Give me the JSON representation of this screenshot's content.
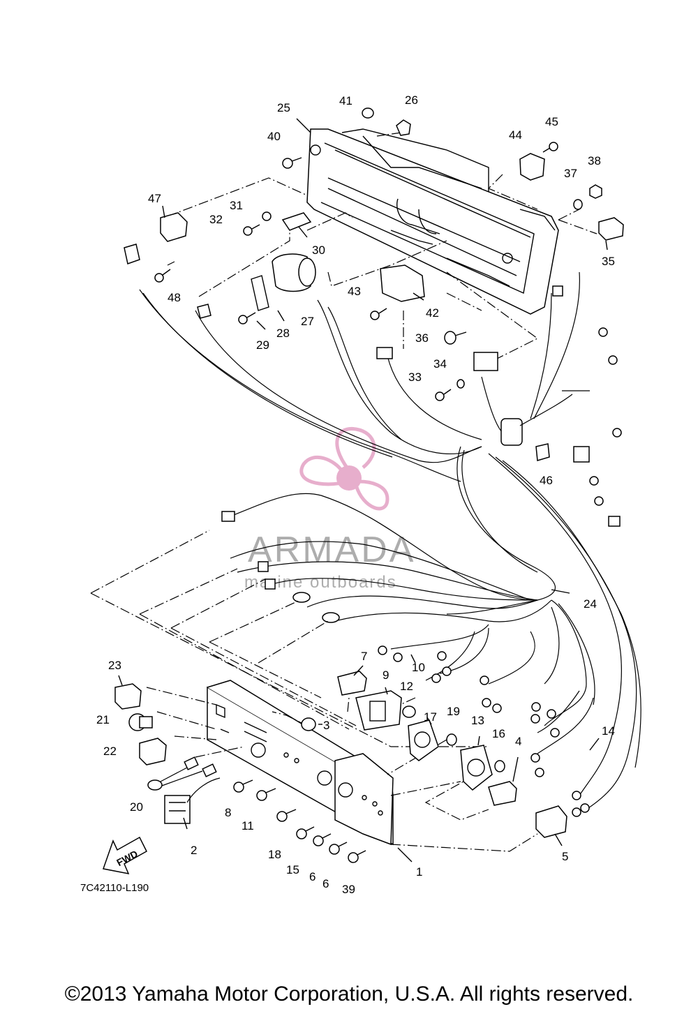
{
  "diagram": {
    "reference_code": "7C42110-L190",
    "direction_label": "FWD",
    "watermark": {
      "brand": "ARMADA",
      "tagline": "marine outboards",
      "color": "#e3a1c4"
    },
    "copyright": "©2013 Yamaha Motor Corporation, U.S.A. All rights reserved.",
    "part_numbers": {
      "p1": "1",
      "p2": "2",
      "p3": "3",
      "p4": "4",
      "p5": "5",
      "p6a": "6",
      "p6b": "6",
      "p7": "7",
      "p8": "8",
      "p9": "9",
      "p10": "10",
      "p11": "11",
      "p12": "12",
      "p13": "13",
      "p14": "14",
      "p15": "15",
      "p16": "16",
      "p17": "17",
      "p18": "18",
      "p19": "19",
      "p20": "20",
      "p21": "21",
      "p22": "22",
      "p23": "23",
      "p24": "24",
      "p25": "25",
      "p26": "26",
      "p27": "27",
      "p28": "28",
      "p29": "29",
      "p30": "30",
      "p31": "31",
      "p32": "32",
      "p33": "33",
      "p34": "34",
      "p35": "35",
      "p36": "36",
      "p37": "37",
      "p38": "38",
      "p39": "39",
      "p40": "40",
      "p41": "41",
      "p42": "42",
      "p43": "43",
      "p44": "44",
      "p45": "45",
      "p46": "46",
      "p47": "47",
      "p48": "48"
    }
  }
}
